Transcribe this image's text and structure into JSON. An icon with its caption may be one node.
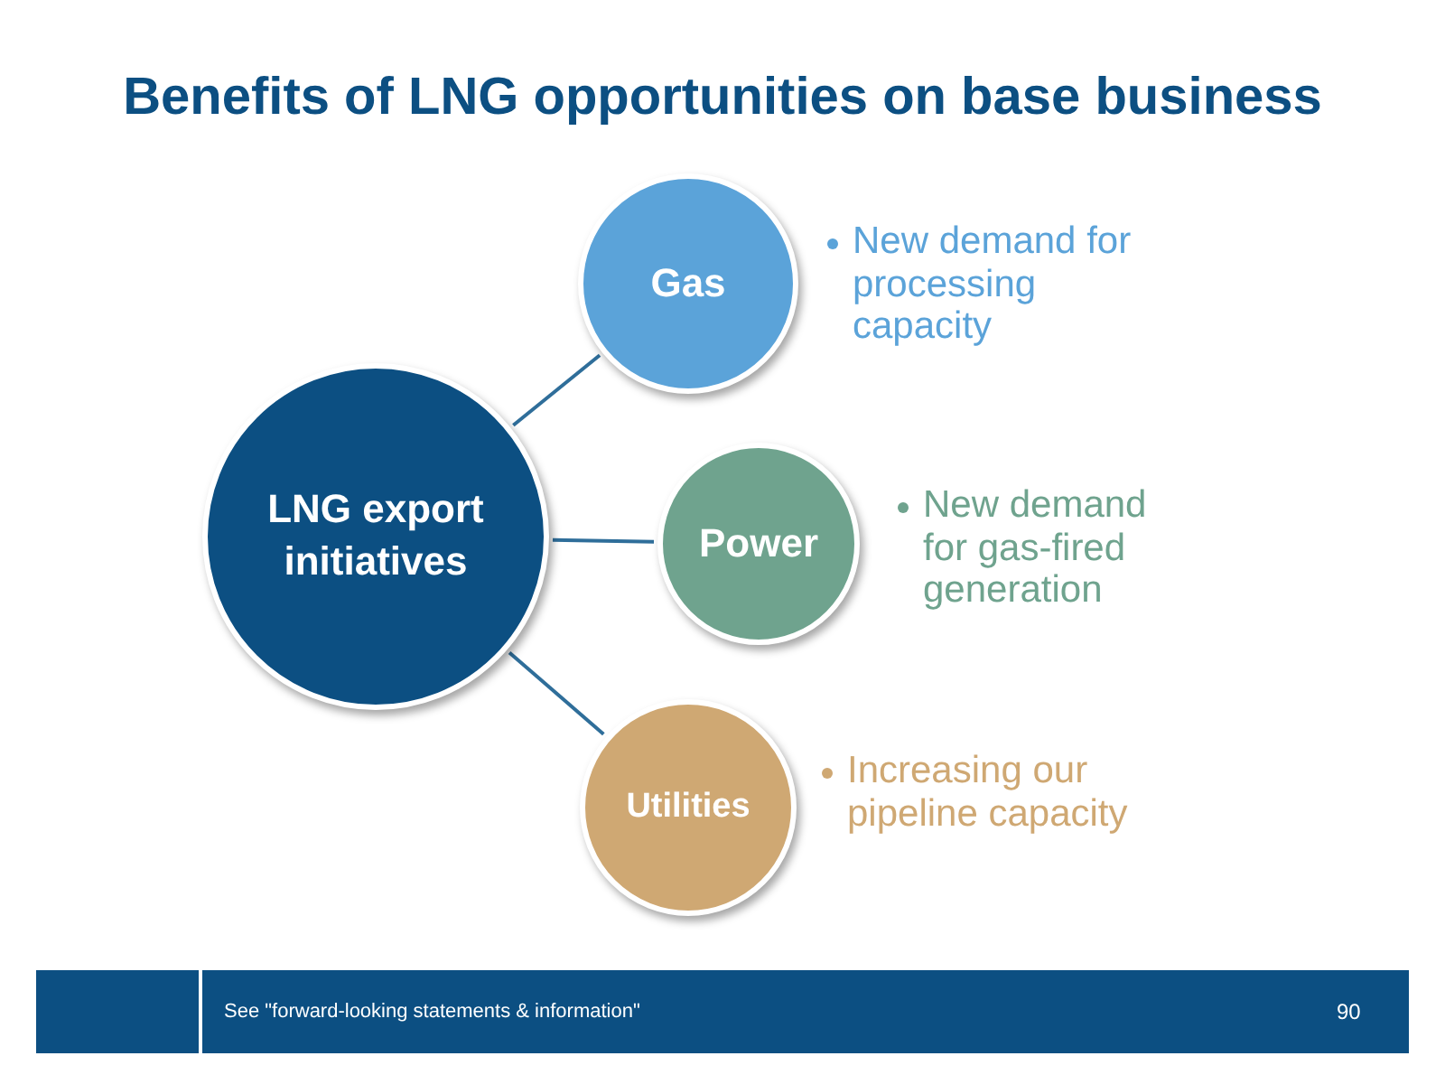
{
  "diagram": {
    "title": "Benefits of LNG opportunities on base business",
    "nodes": [
      {
        "text": [
          "LNG export initiatives"
        ]
      },
      {
        "text": [
          "Gas"
        ],
        "beside": [
          "New demand for processing capacity"
        ]
      },
      {
        "text": [
          "Power"
        ],
        "beside": [
          "New demand for gas-fired generation"
        ]
      },
      {
        "text": [
          "Utilities"
        ],
        "beside": [
          "Increasing our pipeline capacity"
        ]
      }
    ],
    "edges": [
      {
        "from": 0,
        "to": 1,
        "arrow": "none"
      },
      {
        "from": 0,
        "to": 2,
        "arrow": "none"
      },
      {
        "from": 0,
        "to": 3,
        "arrow": "none"
      }
    ],
    "labels": [
      "See \"forward-looking statements & information\"",
      "90"
    ]
  }
}
